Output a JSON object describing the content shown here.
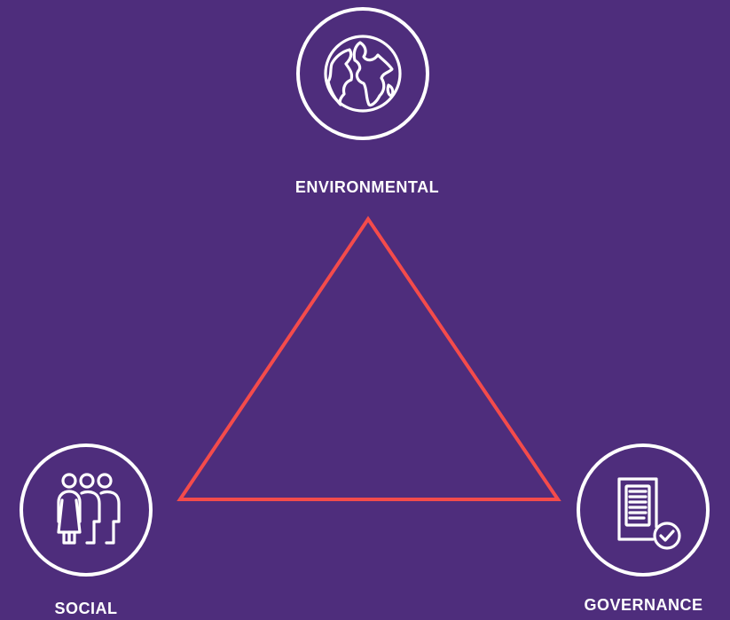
{
  "colors": {
    "background": "#4e2d7c",
    "triangle": "#f44b4b",
    "icon_stroke": "#ffffff"
  },
  "pillars": {
    "environmental": {
      "label": "ENVIRONMENTAL",
      "icon": "globe-icon"
    },
    "social": {
      "label": "SOCIAL",
      "icon": "people-group-icon"
    },
    "governance": {
      "label": "GOVERNANCE",
      "icon": "document-check-icon"
    }
  }
}
